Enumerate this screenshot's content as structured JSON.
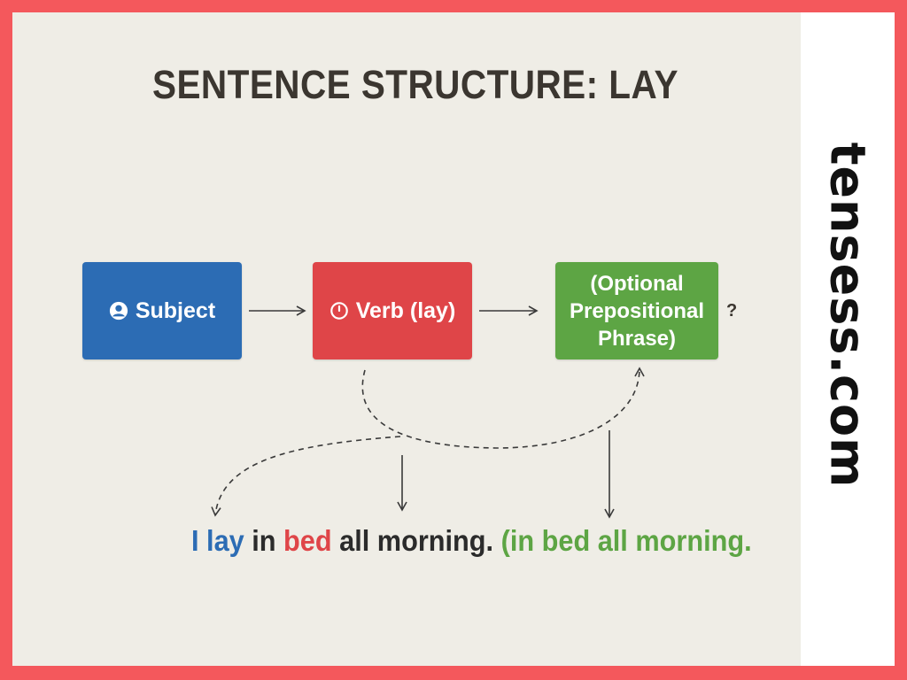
{
  "title": "SENTENCE STRUCTURE: LAY",
  "brand": "tensess.com",
  "boxes": {
    "subject": {
      "label": "Subject",
      "icon": "person-icon",
      "color": "#2c6cb4"
    },
    "verb": {
      "label": "Verb (lay)",
      "icon": "clock-icon",
      "color": "#df4548"
    },
    "phrase": {
      "line1": "(Optional",
      "line2": "Prepositional",
      "line3": "Phrase)",
      "color": "#5da544"
    }
  },
  "question_mark": "?",
  "sentence": {
    "subject": "I",
    "verb": "lay",
    "word_in": "in",
    "word_bed": "bed",
    "rest": "all morning.",
    "phrase": "(in bed all morning."
  },
  "colors": {
    "frame": "#f4585c",
    "background": "#efede6",
    "text_dark": "#3b3630"
  }
}
